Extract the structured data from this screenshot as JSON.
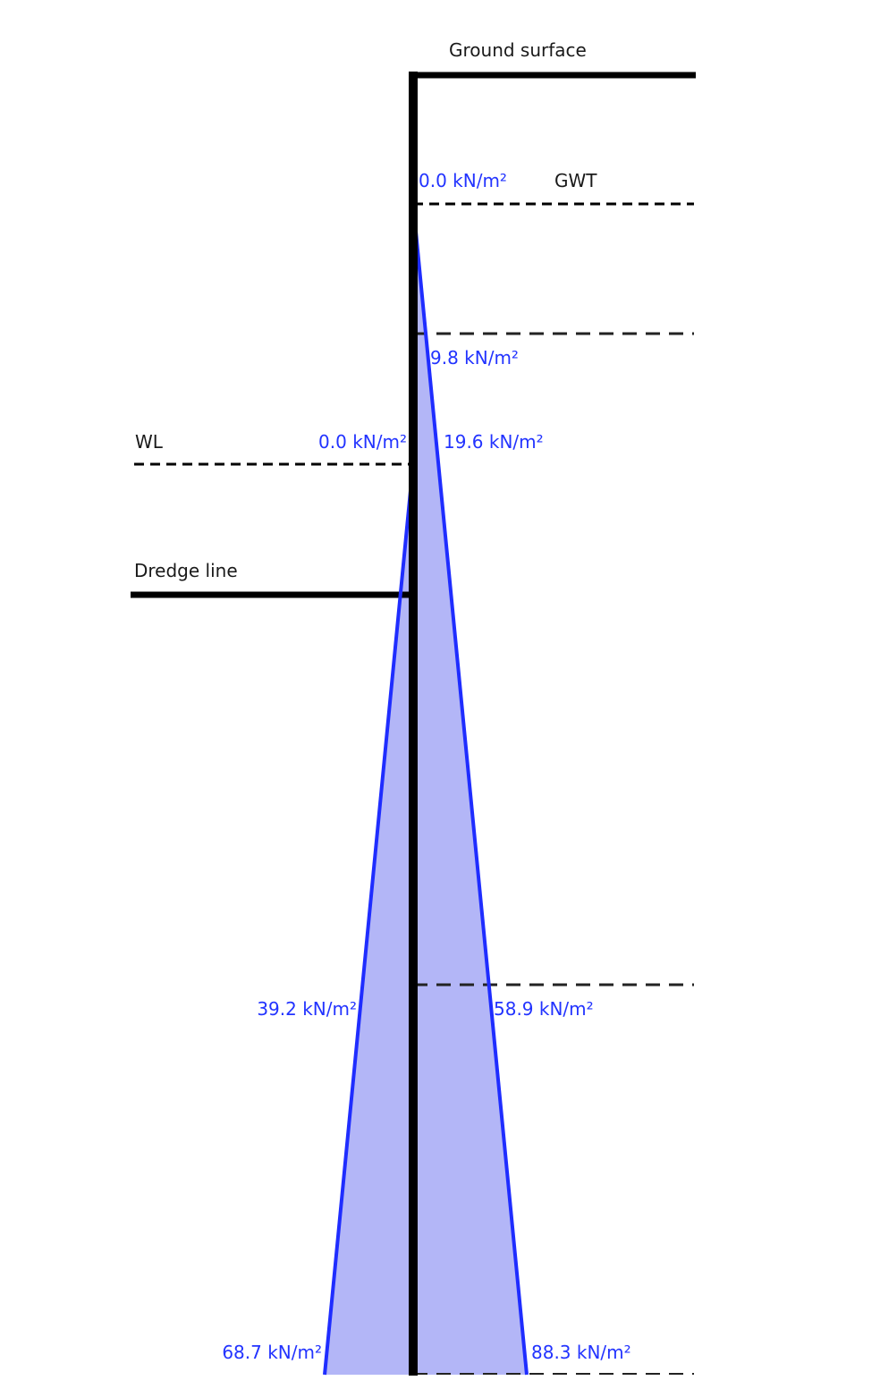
{
  "diagram": {
    "labels": {
      "ground_surface": "Ground surface",
      "gwt": "GWT",
      "wl": "WL",
      "dredge_line": "Dredge line"
    },
    "right_pressures": {
      "gwt": "0.0 kN/m²",
      "level2": "9.8 kN/m²",
      "wl": "19.6 kN/m²",
      "level4": "58.9 kN/m²",
      "bottom": "88.3 kN/m²"
    },
    "left_pressures": {
      "wl": "0.0 kN/m²",
      "level4": "39.2 kN/m²",
      "bottom": "68.7 kN/m²"
    },
    "colors": {
      "wall": "#000000",
      "pressure_line": "#1f2dff",
      "pressure_fill": "#b3b6f7"
    }
  }
}
